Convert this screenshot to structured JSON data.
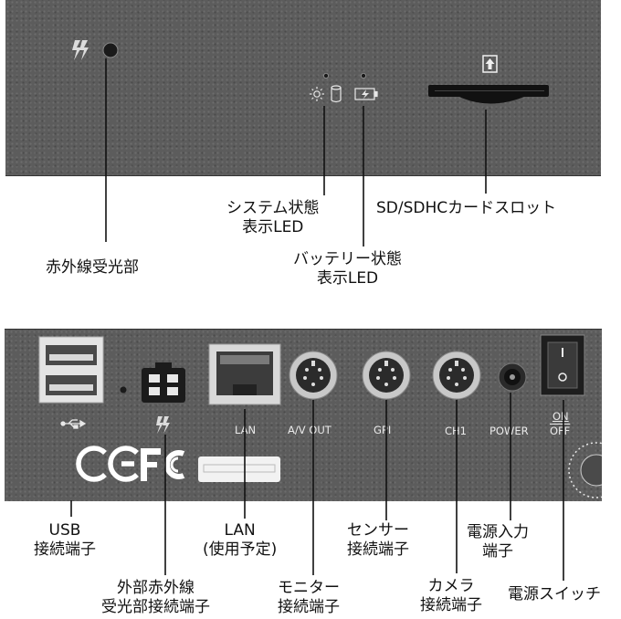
{
  "front": {
    "labels": {
      "ir_receiver": "赤外線受光部",
      "system_led_1": "システム状態",
      "system_led_2": "表示LED",
      "battery_led_1": "バッテリー状態",
      "battery_led_2": "表示LED",
      "sd_slot": "SD/SDHCカードスロット"
    }
  },
  "back": {
    "panel_labels": {
      "lan": "LAN",
      "av_out": "A/V OUT",
      "gpi": "GPI",
      "ch1": "CH1",
      "power": "POWER",
      "on": "ON",
      "off": "OFF"
    },
    "labels": {
      "usb_1": "USB",
      "usb_2": "接続端子",
      "ext_ir_1": "外部赤外線",
      "ext_ir_2": "受光部接続端子",
      "lan_1": "LAN",
      "lan_2": "(使用予定)",
      "monitor_1": "モニター",
      "monitor_2": "接続端子",
      "sensor_1": "センサー",
      "sensor_2": "接続端子",
      "camera_1": "カメラ",
      "camera_2": "接続端子",
      "power_in_1": "電源入力",
      "power_in_2": "端子",
      "power_switch": "電源スイッチ"
    }
  },
  "colors": {
    "panel": "#5c5c5c",
    "line": "#111111",
    "label": "#111111"
  }
}
